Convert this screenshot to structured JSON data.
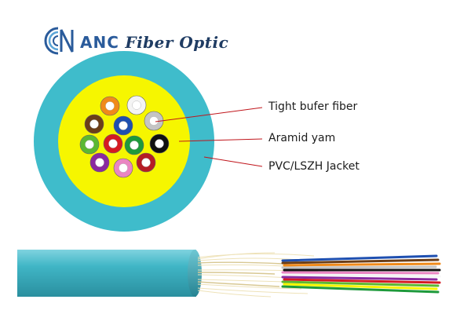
{
  "logo": {
    "mark": "ANC",
    "name": "Fiber Optic"
  },
  "callouts": [
    {
      "label": "Tight bufer fiber"
    },
    {
      "label": "Aramid yam"
    },
    {
      "label": "PVC/LSZH Jacket"
    }
  ],
  "colors": {
    "jacket": "#3fbccb",
    "aramid": "#f6f600",
    "brand": "#2a5b9b",
    "leader": "#c0151b"
  },
  "fibers": [
    {
      "color": "orange",
      "hex": "#f08a1a"
    },
    {
      "color": "white",
      "hex": "#f4f4f4"
    },
    {
      "color": "brown",
      "hex": "#6b3e18"
    },
    {
      "color": "blue",
      "hex": "#1e4fb0"
    },
    {
      "color": "slate",
      "hex": "#c4c4c4"
    },
    {
      "color": "green",
      "hex": "#5cb832"
    },
    {
      "color": "red",
      "hex": "#d51a22"
    },
    {
      "color": "green",
      "hex": "#1e9a3b"
    },
    {
      "color": "black",
      "hex": "#111111"
    },
    {
      "color": "violet",
      "hex": "#8a2aa0"
    },
    {
      "color": "rose",
      "hex": "#ea85c2"
    },
    {
      "color": "red",
      "hex": "#b51c25"
    }
  ]
}
